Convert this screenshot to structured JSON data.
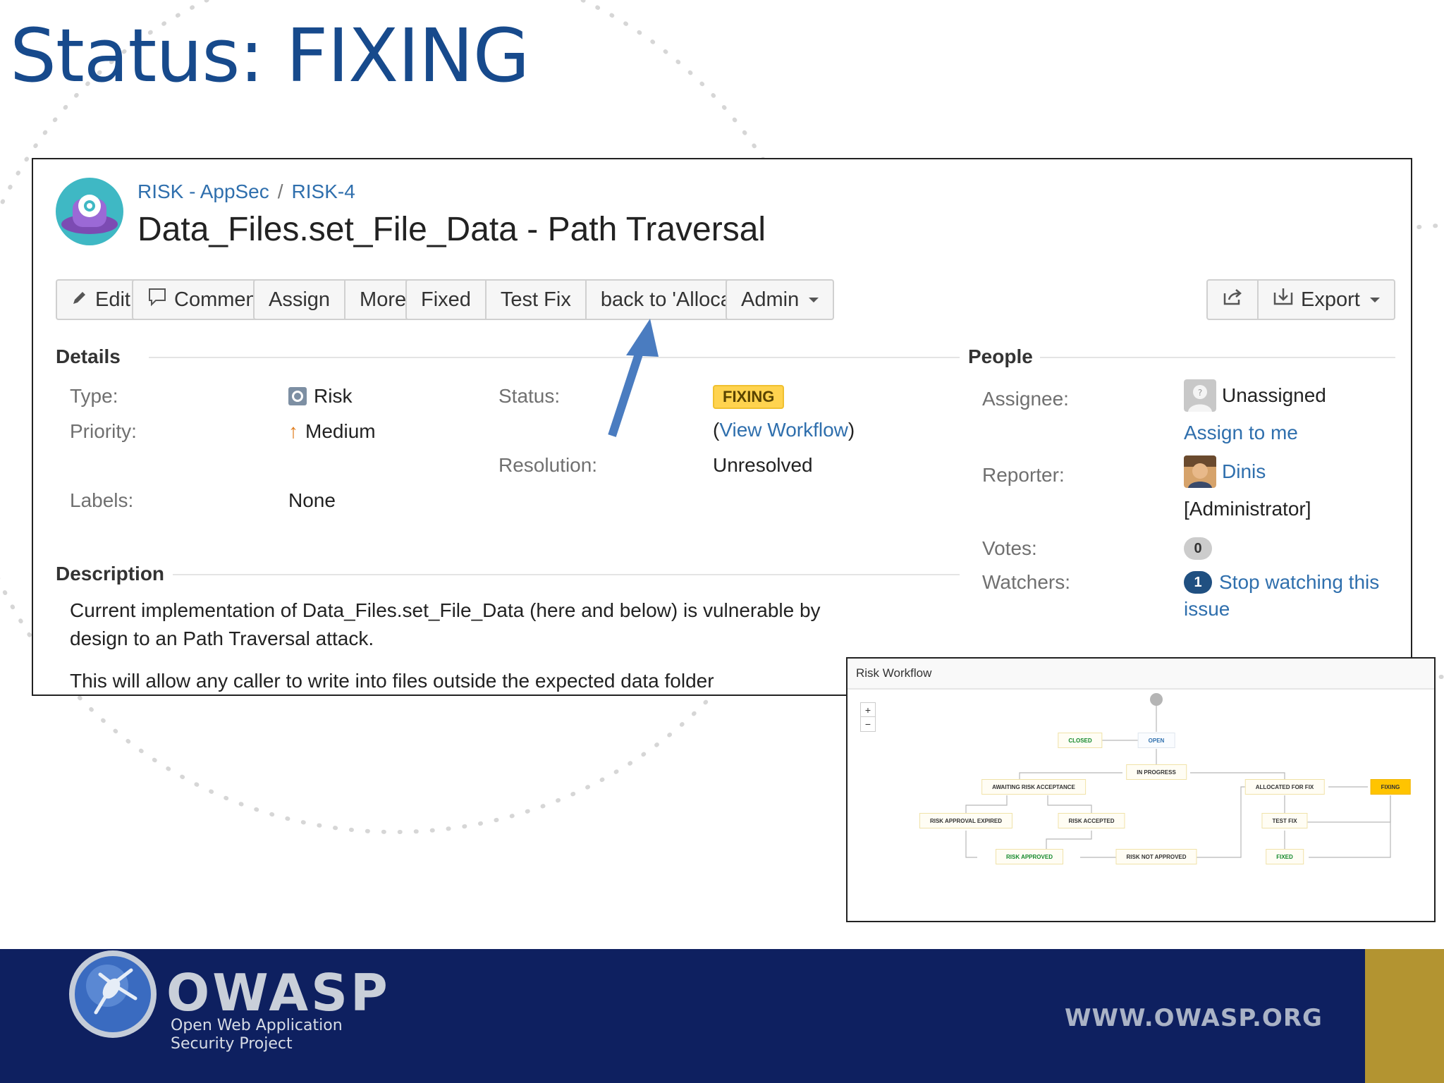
{
  "slide": {
    "title": "Status: FIXING"
  },
  "issue": {
    "breadcrumb": {
      "project": "RISK - AppSec",
      "separator": "/",
      "key": "RISK-4"
    },
    "title": "Data_Files.set_File_Data - Path Traversal"
  },
  "toolbar": {
    "edit": "Edit",
    "comment": "Comment",
    "assign": "Assign",
    "more": "More",
    "fixed": "Fixed",
    "test_fix": "Test Fix",
    "back_to_allocated": "back to 'Allocated...",
    "admin": "Admin",
    "export": "Export"
  },
  "details": {
    "heading": "Details",
    "type_label": "Type:",
    "type_value": "Risk",
    "priority_label": "Priority:",
    "priority_value": "Medium",
    "labels_label": "Labels:",
    "labels_value": "None",
    "status_label": "Status:",
    "status_value": "FIXING",
    "view_workflow_open": "(",
    "view_workflow": "View Workflow",
    "view_workflow_close": ")",
    "resolution_label": "Resolution:",
    "resolution_value": "Unresolved"
  },
  "description": {
    "heading": "Description",
    "line1": "Current implementation of Data_Files.set_File_Data (here and below) is vulnerable by",
    "line2": "design to an Path Traversal attack.",
    "line3": "This will allow any caller to write into files outside the expected data folder"
  },
  "people": {
    "heading": "People",
    "assignee_label": "Assignee:",
    "assignee_value": "Unassigned",
    "assign_to_me": "Assign to me",
    "reporter_label": "Reporter:",
    "reporter_name": "Dinis",
    "reporter_role": "[Administrator]",
    "votes_label": "Votes:",
    "votes_count": "0",
    "watchers_label": "Watchers:",
    "watchers_count": "1",
    "stop_watching_line1": "Stop watching this",
    "stop_watching_line2": "issue"
  },
  "workflow": {
    "title": "Risk Workflow",
    "zoom_in": "+",
    "zoom_out": "−",
    "nodes": {
      "closed": "CLOSED",
      "open": "OPEN",
      "in_progress": "IN PROGRESS",
      "awaiting_risk_acceptance": "AWAITING RISK ACCEPTANCE",
      "allocated_for_fix": "ALLOCATED FOR FIX",
      "fixing": "FIXING",
      "risk_approval_expired": "RISK APPROVAL EXPIRED",
      "risk_accepted": "RISK ACCEPTED",
      "test_fix": "TEST FIX",
      "risk_approved": "RISK APPROVED",
      "risk_not_approved": "RISK NOT APPROVED",
      "fixed": "FIXED"
    }
  },
  "footer": {
    "brand": "OWASP",
    "subtitle_line1": "Open Web Application",
    "subtitle_line2": "Security Project",
    "url": "WWW.OWASP.ORG"
  },
  "colors": {
    "title_blue": "#174a8c",
    "link_blue": "#2f6fad",
    "status_yellow": "#ffd34f",
    "footer_navy": "#0e2060",
    "footer_gold": "#b39431",
    "arrow_blue": "#4a7cc0"
  }
}
